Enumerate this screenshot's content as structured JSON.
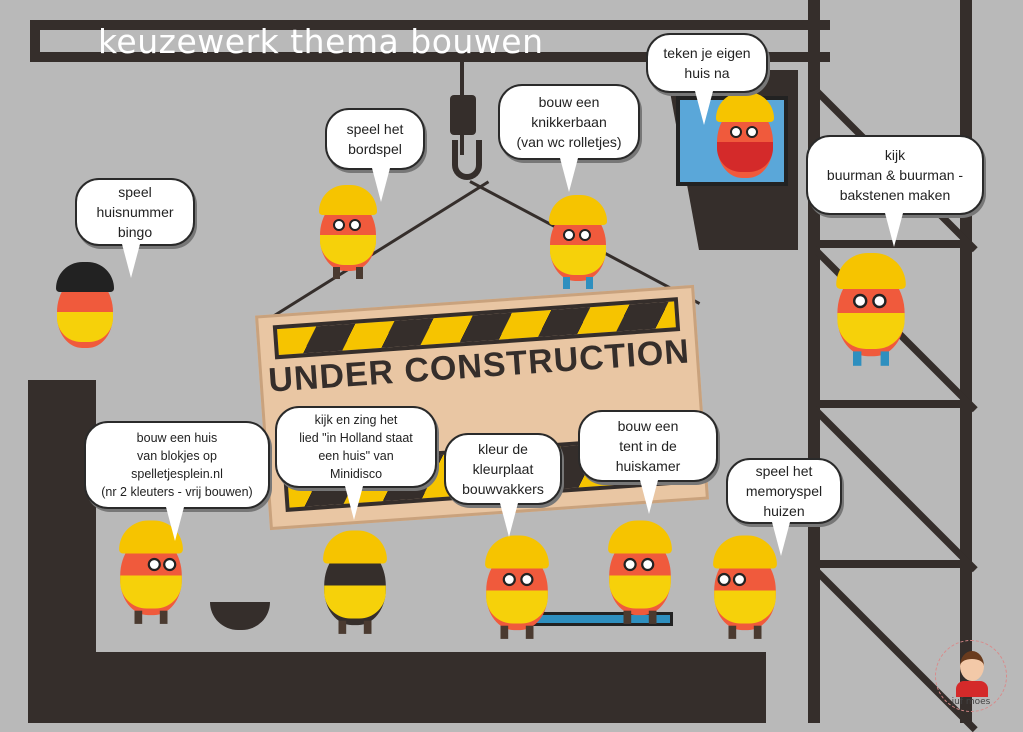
{
  "title": "keuzewerk thema bouwen",
  "sign_text": "UNDER CONSTRUCTION",
  "logo_text": "juf moes",
  "bubbles": [
    {
      "id": "huisnummer-bingo",
      "text": "speel\nhuisnummer\nbingo"
    },
    {
      "id": "bordspel",
      "text": "speel het\nbordspel"
    },
    {
      "id": "knikkerbaan",
      "text": "bouw een\nknikkerbaan\n(van wc rolletjes)"
    },
    {
      "id": "eigen-huis",
      "text": "teken je eigen\nhuis na"
    },
    {
      "id": "buurman",
      "text": "kijk\nbuurman & buurman -\nbakstenen maken"
    },
    {
      "id": "blokjes",
      "text": "bouw een huis\nvan blokjes op\nspelletjesplein.nl\n(nr 2 kleuters - vrij bouwen)"
    },
    {
      "id": "lied",
      "text": "kijk en zing het\nlied \"in Holland staat\neen huis\" van\nMinidisco"
    },
    {
      "id": "kleurplaat",
      "text": "kleur de\nkleurplaat\nbouwvakkers"
    },
    {
      "id": "tent",
      "text": "bouw een\ntent in de\nhuiskamer"
    },
    {
      "id": "memoryspel",
      "text": "speel het\nmemoryspel\nhuizen"
    }
  ],
  "colors": {
    "background": "#b9b9b9",
    "dark": "#352e2b",
    "helmet": "#f6c400",
    "body": "#f05a3c"
  }
}
